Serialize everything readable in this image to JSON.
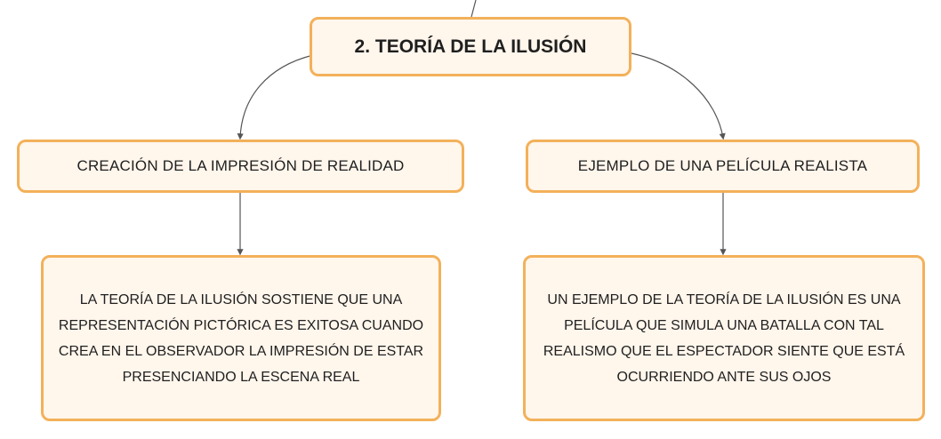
{
  "root": {
    "title": "2. TEORÍA DE LA ILUSIÓN"
  },
  "branches": [
    {
      "label": "CREACIÓN DE LA IMPRESIÓN DE REALIDAD",
      "detail": "LA TEORÍA DE LA ILUSIÓN SOSTIENE QUE UNA REPRESENTACIÓN PICTÓRICA ES EXITOSA CUANDO CREA EN EL OBSERVADOR LA IMPRESIÓN DE ESTAR PRESENCIANDO LA ESCENA REAL"
    },
    {
      "label": "EJEMPLO DE UNA PELÍCULA REALISTA",
      "detail": "UN EJEMPLO DE LA TEORÍA DE LA ILUSIÓN ES UNA PELÍCULA QUE SIMULA UNA BATALLA CON TAL REALISMO QUE EL ESPECTADOR SIENTE QUE ESTÁ OCURRIENDO ANTE SUS OJOS"
    }
  ],
  "colors": {
    "node_border": "#f3b15a",
    "node_fill": "#fff6ec",
    "connector": "#555555"
  }
}
